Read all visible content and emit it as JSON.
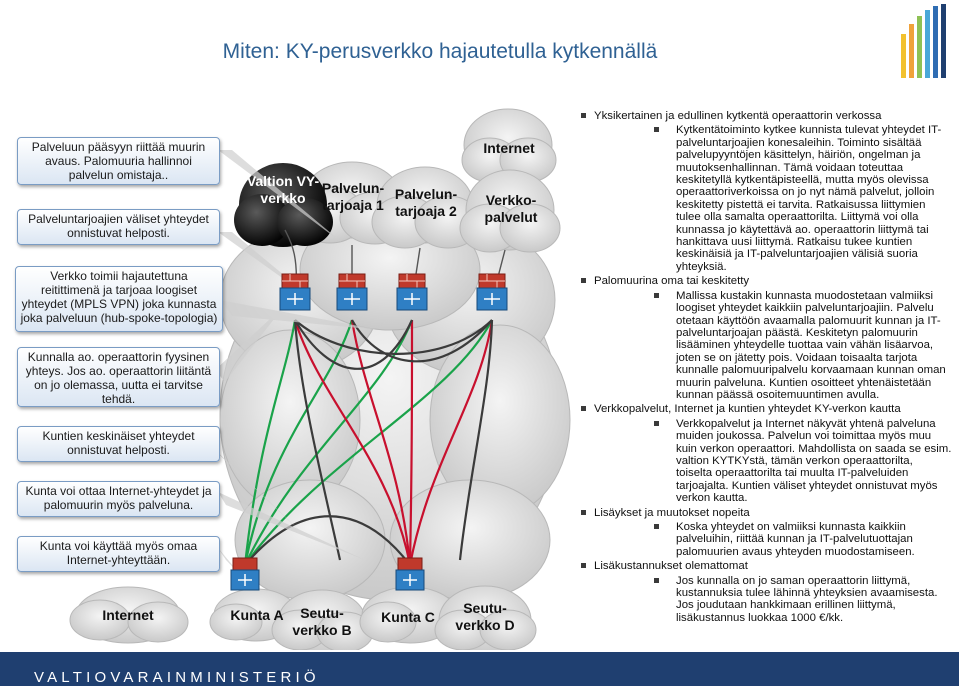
{
  "slide": {
    "title": "Miten: KY-perusverkko hajautetulla kytkennällä",
    "footer": "VALTIOVARAINMINISTERIÖ"
  },
  "callouts": [
    {
      "text": "Palveluun pääsyyn riittää muurin avaus. Palomuuria hallinnoi palvelun omistaja.."
    },
    {
      "text": "Palveluntarjoajien väliset yhteydet onnistuvat  helposti."
    },
    {
      "text": "Verkko toimii hajautettuna reitittimenä ja tarjoaa loogiset yhteydet (MPLS VPN) joka kunnasta joka palveluun (hub-spoke-topologia)"
    },
    {
      "text": "Kunnalla ao. operaattorin fyysinen yhteys. Jos ao. operaattorin liitäntä on jo olemassa, uutta ei tarvitse tehdä."
    },
    {
      "text": "Kuntien keskinäiset yhteydet onnistuvat  helposti."
    },
    {
      "text": "Kunta voi ottaa Internet-yhteydet  ja palomuurin myös palveluna."
    },
    {
      "text": "Kunta voi käyttää myös omaa Internet-yhteyttään."
    }
  ],
  "diagram": {
    "top_nodes": {
      "vy": "Valtion VY-verkko",
      "pt1": "Palvelun-tarjoaja 1",
      "pt2": "Palvelun-tarjoaja 2",
      "internet": "Internet",
      "verkko": "Verkko-palvelut"
    },
    "bottom_nodes": {
      "internet": "Internet",
      "kunta_a": "Kunta A",
      "seutu_b": "Seutu-verkko B",
      "kunta_c": "Kunta C",
      "seutu_d": "Seutu-verkko D"
    }
  },
  "colors": {
    "title": "#2f6193",
    "footer_bg": "#1f3f70",
    "line_green": "#1aa34a",
    "line_red": "#c8102e",
    "line_dark": "#3b3b3b",
    "firewall": "#c0392b",
    "switch": "#2f7fc4"
  },
  "bullets": [
    {
      "text": "Yksikertainen ja edullinen kytkentä operaattorin verkossa",
      "sub": [
        "Kytkentätoiminto kytkee kunnista tulevat yhteydet IT-palveluntarjoajien konesaleihin. Toiminto sisältää palvelupyyntöjen käsittelyn, häiriön, ongelman ja muutoksenhallinnan. Tämä voidaan toteuttaa keskitetyllä kytkentäpisteellä, mutta myös olevissa operaattoriverkoissa on jo nyt nämä palvelut, jolloin keskitetty pistettä ei tarvita. Ratkaisussa liittymien tulee olla samalta operaattorilta. Liittymä voi olla kunnassa jo käytettävä ao. operaattorin liittymä tai hankittava uusi liittymä. Ratkaisu tukee kuntien keskinäisiä ja IT-palveluntarjoajien välisiä suoria yhteyksiä."
      ]
    },
    {
      "text": "Palomuurina oma tai keskitetty",
      "sub": [
        "Mallissa kustakin kunnasta muodostetaan valmiiksi loogiset yhteydet kaikkiin palveluntarjoajiin. Palvelu otetaan käyttöön avaamalla palomuurit kunnan ja IT-palveluntarjoajan päästä.  Keskitetyn palomuurin lisääminen yhteydelle tuottaa vain vähän lisäarvoa, joten se on jätetty pois. Voidaan toisaalta tarjota kunnalle palomuuripalvelu korvaamaan kunnan oman muurin palveluna. Kuntien osoitteet yhtenäistetään kunnan päässä osoitemuuntimen avulla."
      ]
    },
    {
      "text": "Verkkopalvelut, Internet ja kuntien yhteydet KY-verkon kautta",
      "sub": [
        "Verkkopalvelut ja Internet näkyvät yhtenä palveluna muiden joukossa. Palvelun voi toimittaa myös muu kuin verkon operaattori. Mahdollista on saada se esim. valtion KYTKYstä, tämän verkon operaattorilta, toiselta operaattorilta tai muulta IT-palveluiden tarjoajalta. Kuntien väliset yhteydet onnistuvat myös verkon kautta."
      ]
    },
    {
      "text": "Lisäykset ja muutokset nopeita",
      "sub": [
        "Koska yhteydet on valmiiksi kunnasta kaikkiin palveluihin, riittää kunnan ja IT-palvelutuottajan palomuurien avaus yhteyden muodostamiseen."
      ]
    },
    {
      "text": "Lisäkustannukset olemattomat",
      "sub": [
        "Jos kunnalla on jo saman operaattorin liittymä, kustannuksia tulee lähinnä yhteyksien avaamisesta. Jos joudutaan hankkimaan erillinen liittymä, lisäkustannus luokkaa 1000 €/kk."
      ]
    }
  ]
}
